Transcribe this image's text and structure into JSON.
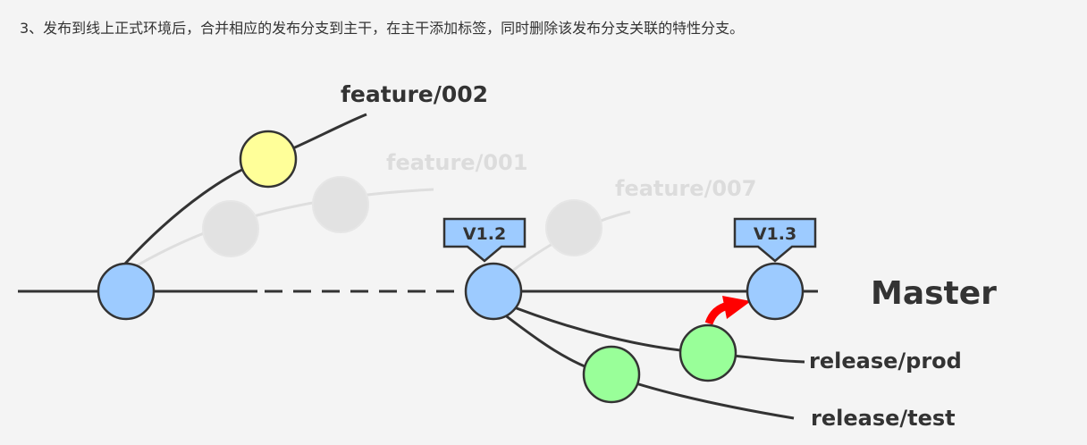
{
  "caption": "3、发布到线上正式环境后，合并相应的发布分支到主干，在主干添加标签，同时删除该发布分支关联的特性分支。",
  "labels": {
    "feature_002": "feature/002",
    "feature_001": "feature/001",
    "feature_007": "feature/007",
    "master": "Master",
    "release_prod": "release/prod",
    "release_test": "release/test"
  },
  "tags": {
    "v12": "V1.2",
    "v13": "V1.3"
  },
  "colors": {
    "master_commit": "#9dcbff",
    "feature_active": "#ffff99",
    "release_commit": "#99ff99",
    "faded_commit": "#e2e2e2",
    "tag_fill": "#9dcbff",
    "merge_arrow": "#ff0000",
    "line": "#333333",
    "faded_line": "#dedede",
    "faded_text": "#dcdcdc"
  }
}
